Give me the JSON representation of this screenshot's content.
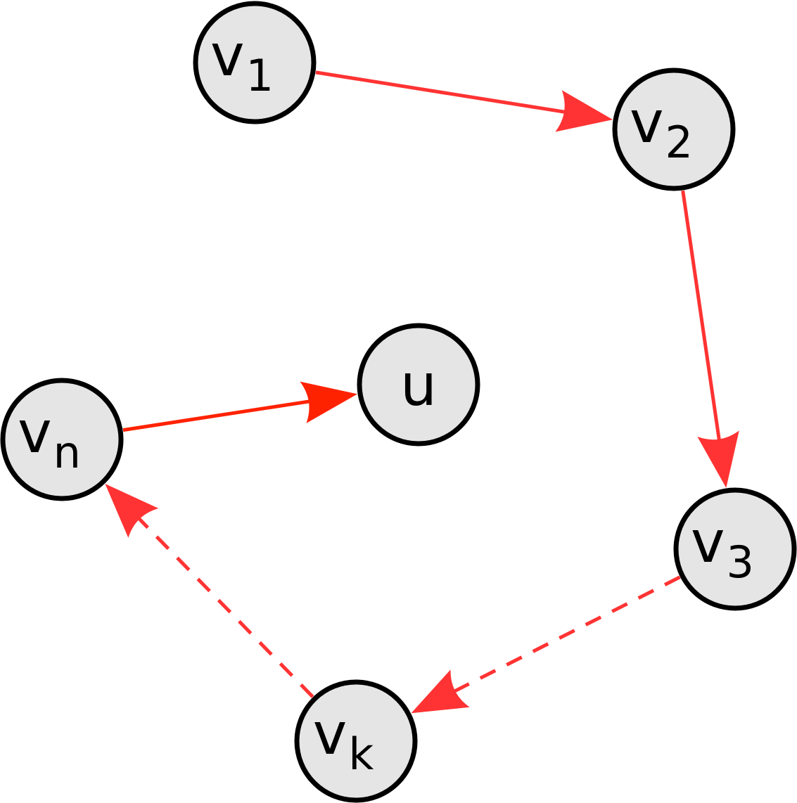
{
  "diagram": {
    "colors": {
      "edge": "#ff3333",
      "edge_strong": "#ff2200",
      "node_fill": "#e5e5e5",
      "node_stroke": "#000000"
    },
    "nodes": {
      "v1": {
        "main": "v",
        "sub": "1"
      },
      "v2": {
        "main": "v",
        "sub": "2"
      },
      "v3": {
        "main": "v",
        "sub": "3"
      },
      "vk": {
        "main": "v",
        "sub": "k"
      },
      "vn": {
        "main": "v",
        "sub": "n"
      },
      "u": {
        "main": "u",
        "sub": ""
      }
    },
    "edges": [
      {
        "from": "v1",
        "to": "v2",
        "style": "solid"
      },
      {
        "from": "v2",
        "to": "v3",
        "style": "solid"
      },
      {
        "from": "v3",
        "to": "vk",
        "style": "dashed"
      },
      {
        "from": "vk",
        "to": "vn",
        "style": "dashed"
      },
      {
        "from": "vn",
        "to": "u",
        "style": "solid"
      }
    ]
  }
}
